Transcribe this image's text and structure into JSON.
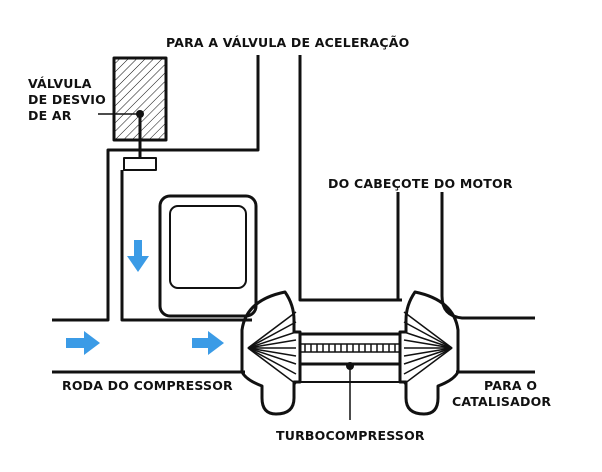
{
  "labels": {
    "throttle": "PARA A VÁLVULA DE ACELERAÇÃO",
    "bypass_line1": "VÁLVULA",
    "bypass_line2": "DE DESVIO",
    "bypass_line3": "DE AR",
    "engine_head": "DO CABEÇOTE DO MOTOR",
    "compressor_wheel": "RODA DO COMPRESSOR",
    "catalyst_line1": "PARA O",
    "catalyst_line2": "CATALISADOR",
    "turbo": "TURBOCOMPRESSOR"
  },
  "colors": {
    "stroke": "#111111",
    "arrow": "#3b9be6",
    "background": "#ffffff"
  },
  "icons": {
    "flow_arrow": "arrow-right-icon",
    "flow_arrow_down": "arrow-down-icon"
  }
}
